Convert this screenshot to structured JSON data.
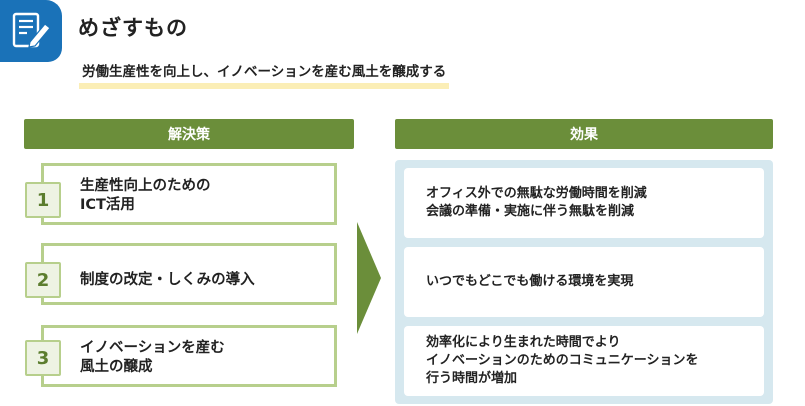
{
  "header": {
    "title": "めざすもの",
    "logo_icon": "pencil-document-icon"
  },
  "goal": "労働生産性を向上し、イノベーションを産む風土を醸成する",
  "left": {
    "heading": "解決策",
    "items": [
      {
        "number": "1",
        "line1": "生産性向上のための",
        "line2": "ICT活用"
      },
      {
        "number": "2",
        "line1": "制度の改定・しくみの導入",
        "line2": ""
      },
      {
        "number": "3",
        "line1": "イノベーションを産む",
        "line2": "風土の醸成"
      }
    ]
  },
  "right": {
    "heading": "効果",
    "items": [
      {
        "lines": [
          "オフィス外での無駄な労働時間を削減",
          "会議の準備・実施に伴う無駄を削減"
        ]
      },
      {
        "lines": [
          "いつでもどこでも働ける環境を実現"
        ]
      },
      {
        "lines": [
          "効率化により生まれた時間でより",
          "イノベーションのためのコミュニケーションを",
          "行う時間が増加"
        ]
      }
    ]
  },
  "colors": {
    "accent_green": "#6b8e3a",
    "light_green": "#b7cf8c",
    "panel_blue": "#d6e8ef",
    "logo_blue": "#1a72b8",
    "highlight": "#fbeeb6"
  }
}
